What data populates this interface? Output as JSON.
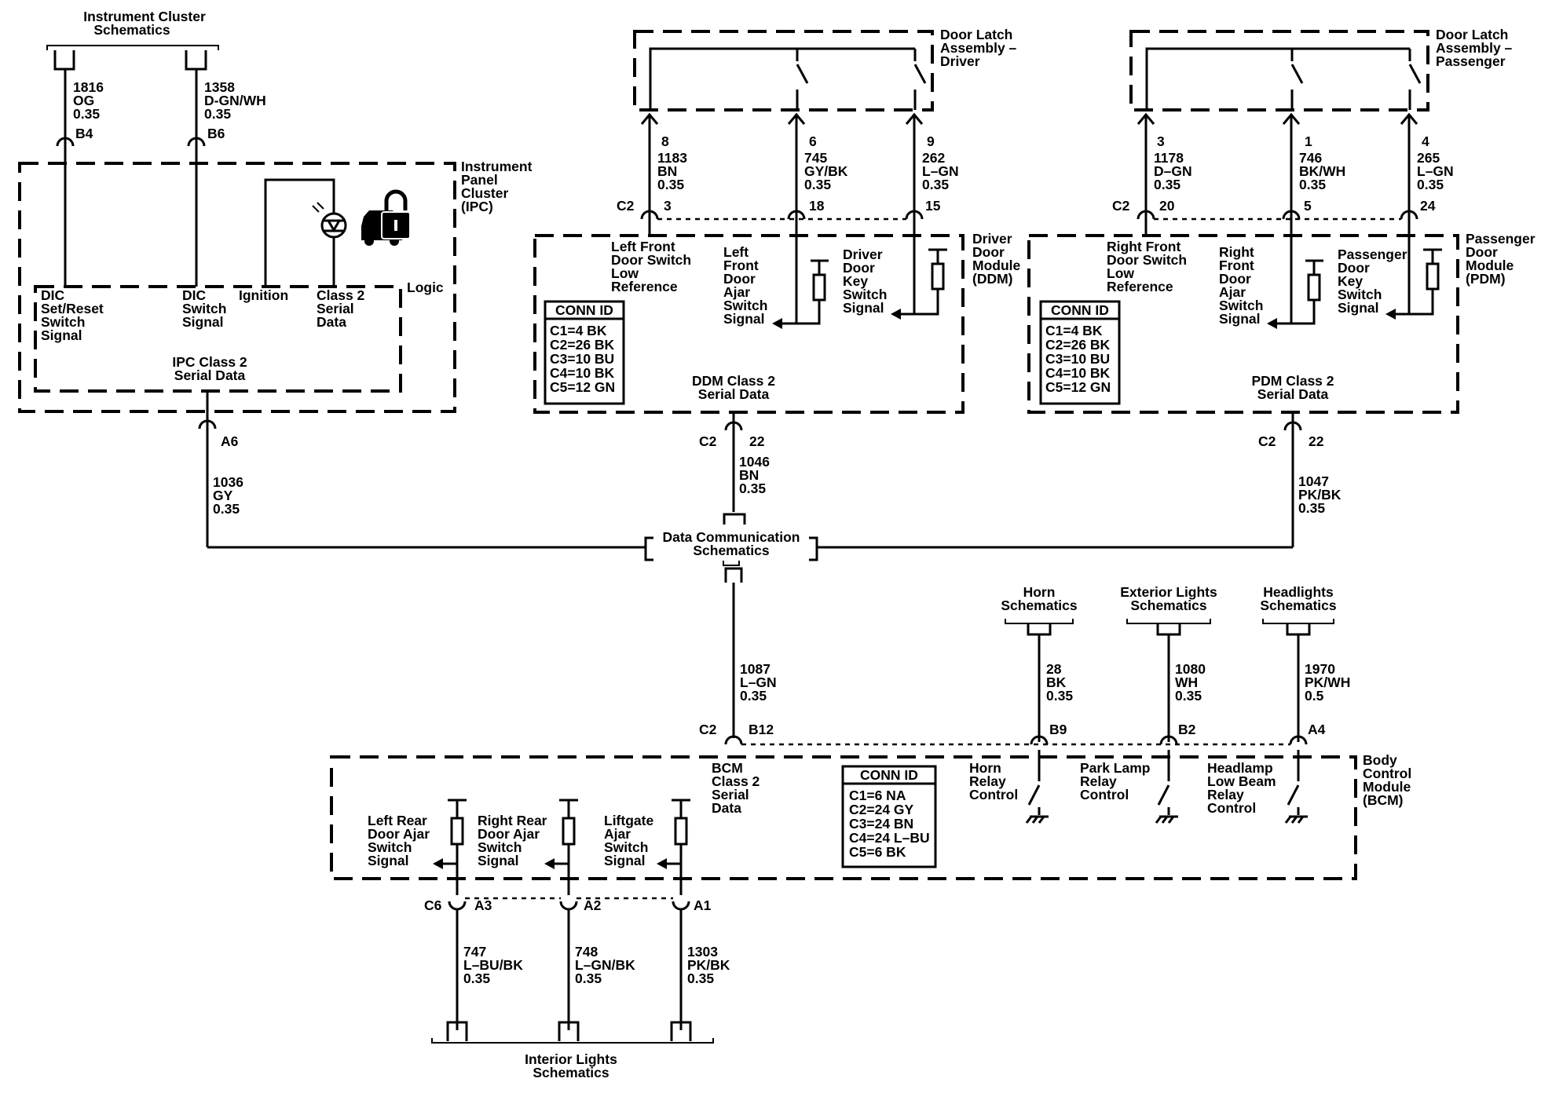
{
  "refs": {
    "instrument_cluster": [
      "Instrument Cluster",
      "Schematics"
    ],
    "data_comm": [
      "Data Communication",
      "Schematics"
    ],
    "interior_lights": [
      "Interior Lights",
      "Schematics"
    ],
    "horn": [
      "Horn",
      "Schematics"
    ],
    "exterior_lights": [
      "Exterior Lights",
      "Schematics"
    ],
    "headlights": [
      "Headlights",
      "Schematics"
    ]
  },
  "components": {
    "ipc": [
      "Instrument",
      "Panel",
      "Cluster",
      "(IPC)"
    ],
    "ddm": [
      "Driver",
      "Door",
      "Module",
      "(DDM)"
    ],
    "pdm": [
      "Passenger",
      "Door",
      "Module",
      "(PDM)"
    ],
    "bcm": [
      "Body",
      "Control",
      "Module",
      "(BCM)"
    ],
    "latch_driver": [
      "Door Latch",
      "Assembly –",
      "Driver"
    ],
    "latch_passenger": [
      "Door Latch",
      "Assembly –",
      "Passenger"
    ],
    "ipc_logic": "Logic"
  },
  "wires": {
    "w1816": [
      "1816",
      "OG",
      "0.35"
    ],
    "w1358": [
      "1358",
      "D-GN/WH",
      "0.35"
    ],
    "w1036": [
      "1036",
      "GY",
      "0.35"
    ],
    "w1183": [
      "1183",
      "BN",
      "0.35"
    ],
    "w745": [
      "745",
      "GY/BK",
      "0.35"
    ],
    "w262": [
      "262",
      "L–GN",
      "0.35"
    ],
    "w1178": [
      "1178",
      "D–GN",
      "0.35"
    ],
    "w746": [
      "746",
      "BK/WH",
      "0.35"
    ],
    "w265": [
      "265",
      "L–GN",
      "0.35"
    ],
    "w1046": [
      "1046",
      "BN",
      "0.35"
    ],
    "w1047": [
      "1047",
      "PK/BK",
      "0.35"
    ],
    "w1087": [
      "1087",
      "L–GN",
      "0.35"
    ],
    "w28": [
      "28",
      "BK",
      "0.35"
    ],
    "w1080": [
      "1080",
      "WH",
      "0.35"
    ],
    "w1970": [
      "1970",
      "PK/WH",
      "0.5"
    ],
    "w747": [
      "747",
      "L–BU/BK",
      "0.35"
    ],
    "w748": [
      "748",
      "L–GN/BK",
      "0.35"
    ],
    "w1303": [
      "1303",
      "PK/BK",
      "0.35"
    ]
  },
  "pins": {
    "b4": "B4",
    "b6": "B6",
    "a6": "A6",
    "p8": "8",
    "p6": "6",
    "p9": "9",
    "p3": "3",
    "p1": "1",
    "p4": "4",
    "ddm_c2": "C2",
    "ddm_3": "3",
    "ddm_18": "18",
    "ddm_15": "15",
    "pdm_c2": "C2",
    "pdm_20": "20",
    "pdm_5": "5",
    "pdm_24": "24",
    "ddm_out_c2": "C2",
    "ddm_out_22": "22",
    "pdm_out_c2": "C2",
    "pdm_out_22": "22",
    "bcm_c2": "C2",
    "b12": "B12",
    "b9": "B9",
    "b2": "B2",
    "a4": "A4",
    "c6": "C6",
    "a3": "A3",
    "a2": "A2",
    "a1": "A1"
  },
  "signals": {
    "dic_set_reset": [
      "DIC",
      "Set/Reset",
      "Switch",
      "Signal"
    ],
    "dic_switch": [
      "DIC",
      "Switch",
      "Signal"
    ],
    "ignition": "Ignition",
    "class2_serial": [
      "Class 2",
      "Serial",
      "Data"
    ],
    "ipc_class2": [
      "IPC Class 2",
      "Serial Data"
    ],
    "lf_low_ref": [
      "Left Front",
      "Door Switch",
      "Low",
      "Reference"
    ],
    "lf_ajar": [
      "Left",
      "Front",
      "Door",
      "Ajar",
      "Switch",
      "Signal"
    ],
    "driver_key": [
      "Driver",
      "Door",
      "Key",
      "Switch",
      "Signal"
    ],
    "ddm_class2": [
      "DDM Class 2",
      "Serial Data"
    ],
    "rf_low_ref": [
      "Right Front",
      "Door Switch",
      "Low",
      "Reference"
    ],
    "rf_ajar": [
      "Right",
      "Front",
      "Door",
      "Ajar",
      "Switch",
      "Signal"
    ],
    "pass_key": [
      "Passenger",
      "Door",
      "Key",
      "Switch",
      "Signal"
    ],
    "pdm_class2": [
      "PDM Class 2",
      "Serial Data"
    ],
    "bcm_class2": [
      "BCM",
      "Class 2",
      "Serial",
      "Data"
    ],
    "horn_relay": [
      "Horn",
      "Relay",
      "Control"
    ],
    "park_lamp": [
      "Park Lamp",
      "Relay",
      "Control"
    ],
    "headlamp": [
      "Headlamp",
      "Low Beam",
      "Relay",
      "Control"
    ],
    "lr_ajar": [
      "Left Rear",
      "Door Ajar",
      "Switch",
      "Signal"
    ],
    "rr_ajar": [
      "Right Rear",
      "Door Ajar",
      "Switch",
      "Signal"
    ],
    "liftgate": [
      "Liftgate",
      "Ajar",
      "Switch",
      "Signal"
    ]
  },
  "conn_tables": {
    "ddm": {
      "title": "CONN ID",
      "rows": [
        "C1=4 BK",
        "C2=26 BK",
        "C3=10 BU",
        "C4=10 BK",
        "C5=12 GN"
      ]
    },
    "pdm": {
      "title": "CONN ID",
      "rows": [
        "C1=4 BK",
        "C2=26 BK",
        "C3=10 BU",
        "C4=10 BK",
        "C5=12 GN"
      ]
    },
    "bcm": {
      "title": "CONN ID",
      "rows": [
        "C1=6 NA",
        "C2=24 GY",
        "C3=24 BN",
        "C4=24 L–BU",
        "C5=6 BK"
      ]
    }
  },
  "icons": [
    "indicator-lamp-icon",
    "door-lock-icon",
    "ground-icon",
    "arrow-left-icon"
  ]
}
